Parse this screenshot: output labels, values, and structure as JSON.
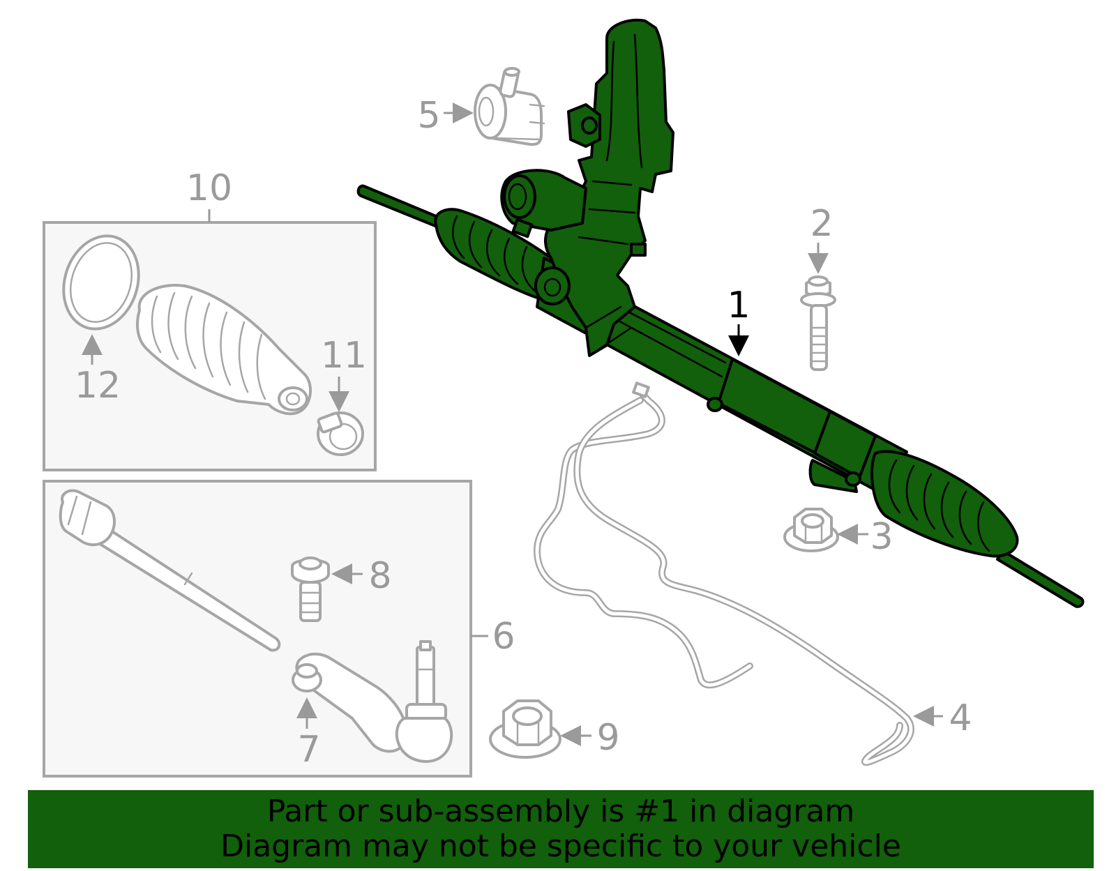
{
  "callouts": {
    "c1": "1",
    "c2": "2",
    "c3": "3",
    "c4": "4",
    "c5": "5",
    "c6": "6",
    "c7": "7",
    "c8": "8",
    "c9": "9",
    "c10": "10",
    "c11": "11",
    "c12": "12"
  },
  "banner": {
    "line1": "Part or sub-assembly is #1 in diagram",
    "line2": "Diagram may not be specific to your vehicle"
  },
  "colors": {
    "highlight_part": "#125f0c",
    "banner_background": "#125f0c",
    "callout_text": "#9a9a9a",
    "main_callout_text": "#000000"
  }
}
